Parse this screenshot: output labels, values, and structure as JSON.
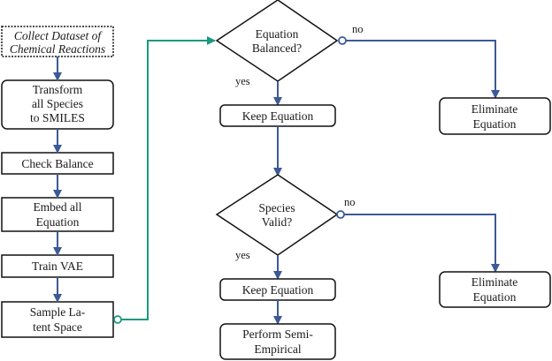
{
  "diagram": {
    "type": "flowchart",
    "colors": {
      "arrow": "#3c5a96",
      "feedback_arrow": "#1a9a80",
      "box_stroke": "#111111"
    },
    "left_column": [
      {
        "id": "collect",
        "lines": [
          "Collect Dataset of",
          "Chemical Reactions"
        ],
        "style": "dotted-italic"
      },
      {
        "id": "transform",
        "lines": [
          "Transform",
          "all Species",
          "to SMILES"
        ],
        "style": "rounded"
      },
      {
        "id": "check",
        "lines": [
          "Check Balance"
        ],
        "style": "rect"
      },
      {
        "id": "embed",
        "lines": [
          "Embed all",
          "Equation"
        ],
        "style": "rect"
      },
      {
        "id": "train",
        "lines": [
          "Train VAE"
        ],
        "style": "rect"
      },
      {
        "id": "sample",
        "lines": [
          "Sample La-",
          "tent Space"
        ],
        "style": "rect"
      }
    ],
    "decisions": [
      {
        "id": "balanced",
        "lines": [
          "Equation",
          "Balanced?"
        ],
        "yes_label": "yes",
        "no_label": "no"
      },
      {
        "id": "valid",
        "lines": [
          "Species",
          "Valid?"
        ],
        "yes_label": "yes",
        "no_label": "no"
      }
    ],
    "middle_column": [
      {
        "id": "keep1",
        "lines": [
          "Keep Equation"
        ],
        "style": "rounded"
      },
      {
        "id": "keep2",
        "lines": [
          "Keep Equation"
        ],
        "style": "rounded"
      },
      {
        "id": "perform",
        "lines": [
          "Perform Semi-",
          "Empirical"
        ],
        "style": "rounded"
      }
    ],
    "right_column": [
      {
        "id": "elim1",
        "lines": [
          "Eliminate",
          "Equation"
        ],
        "style": "rounded"
      },
      {
        "id": "elim2",
        "lines": [
          "Eliminate",
          "Equation"
        ],
        "style": "rounded"
      }
    ]
  }
}
